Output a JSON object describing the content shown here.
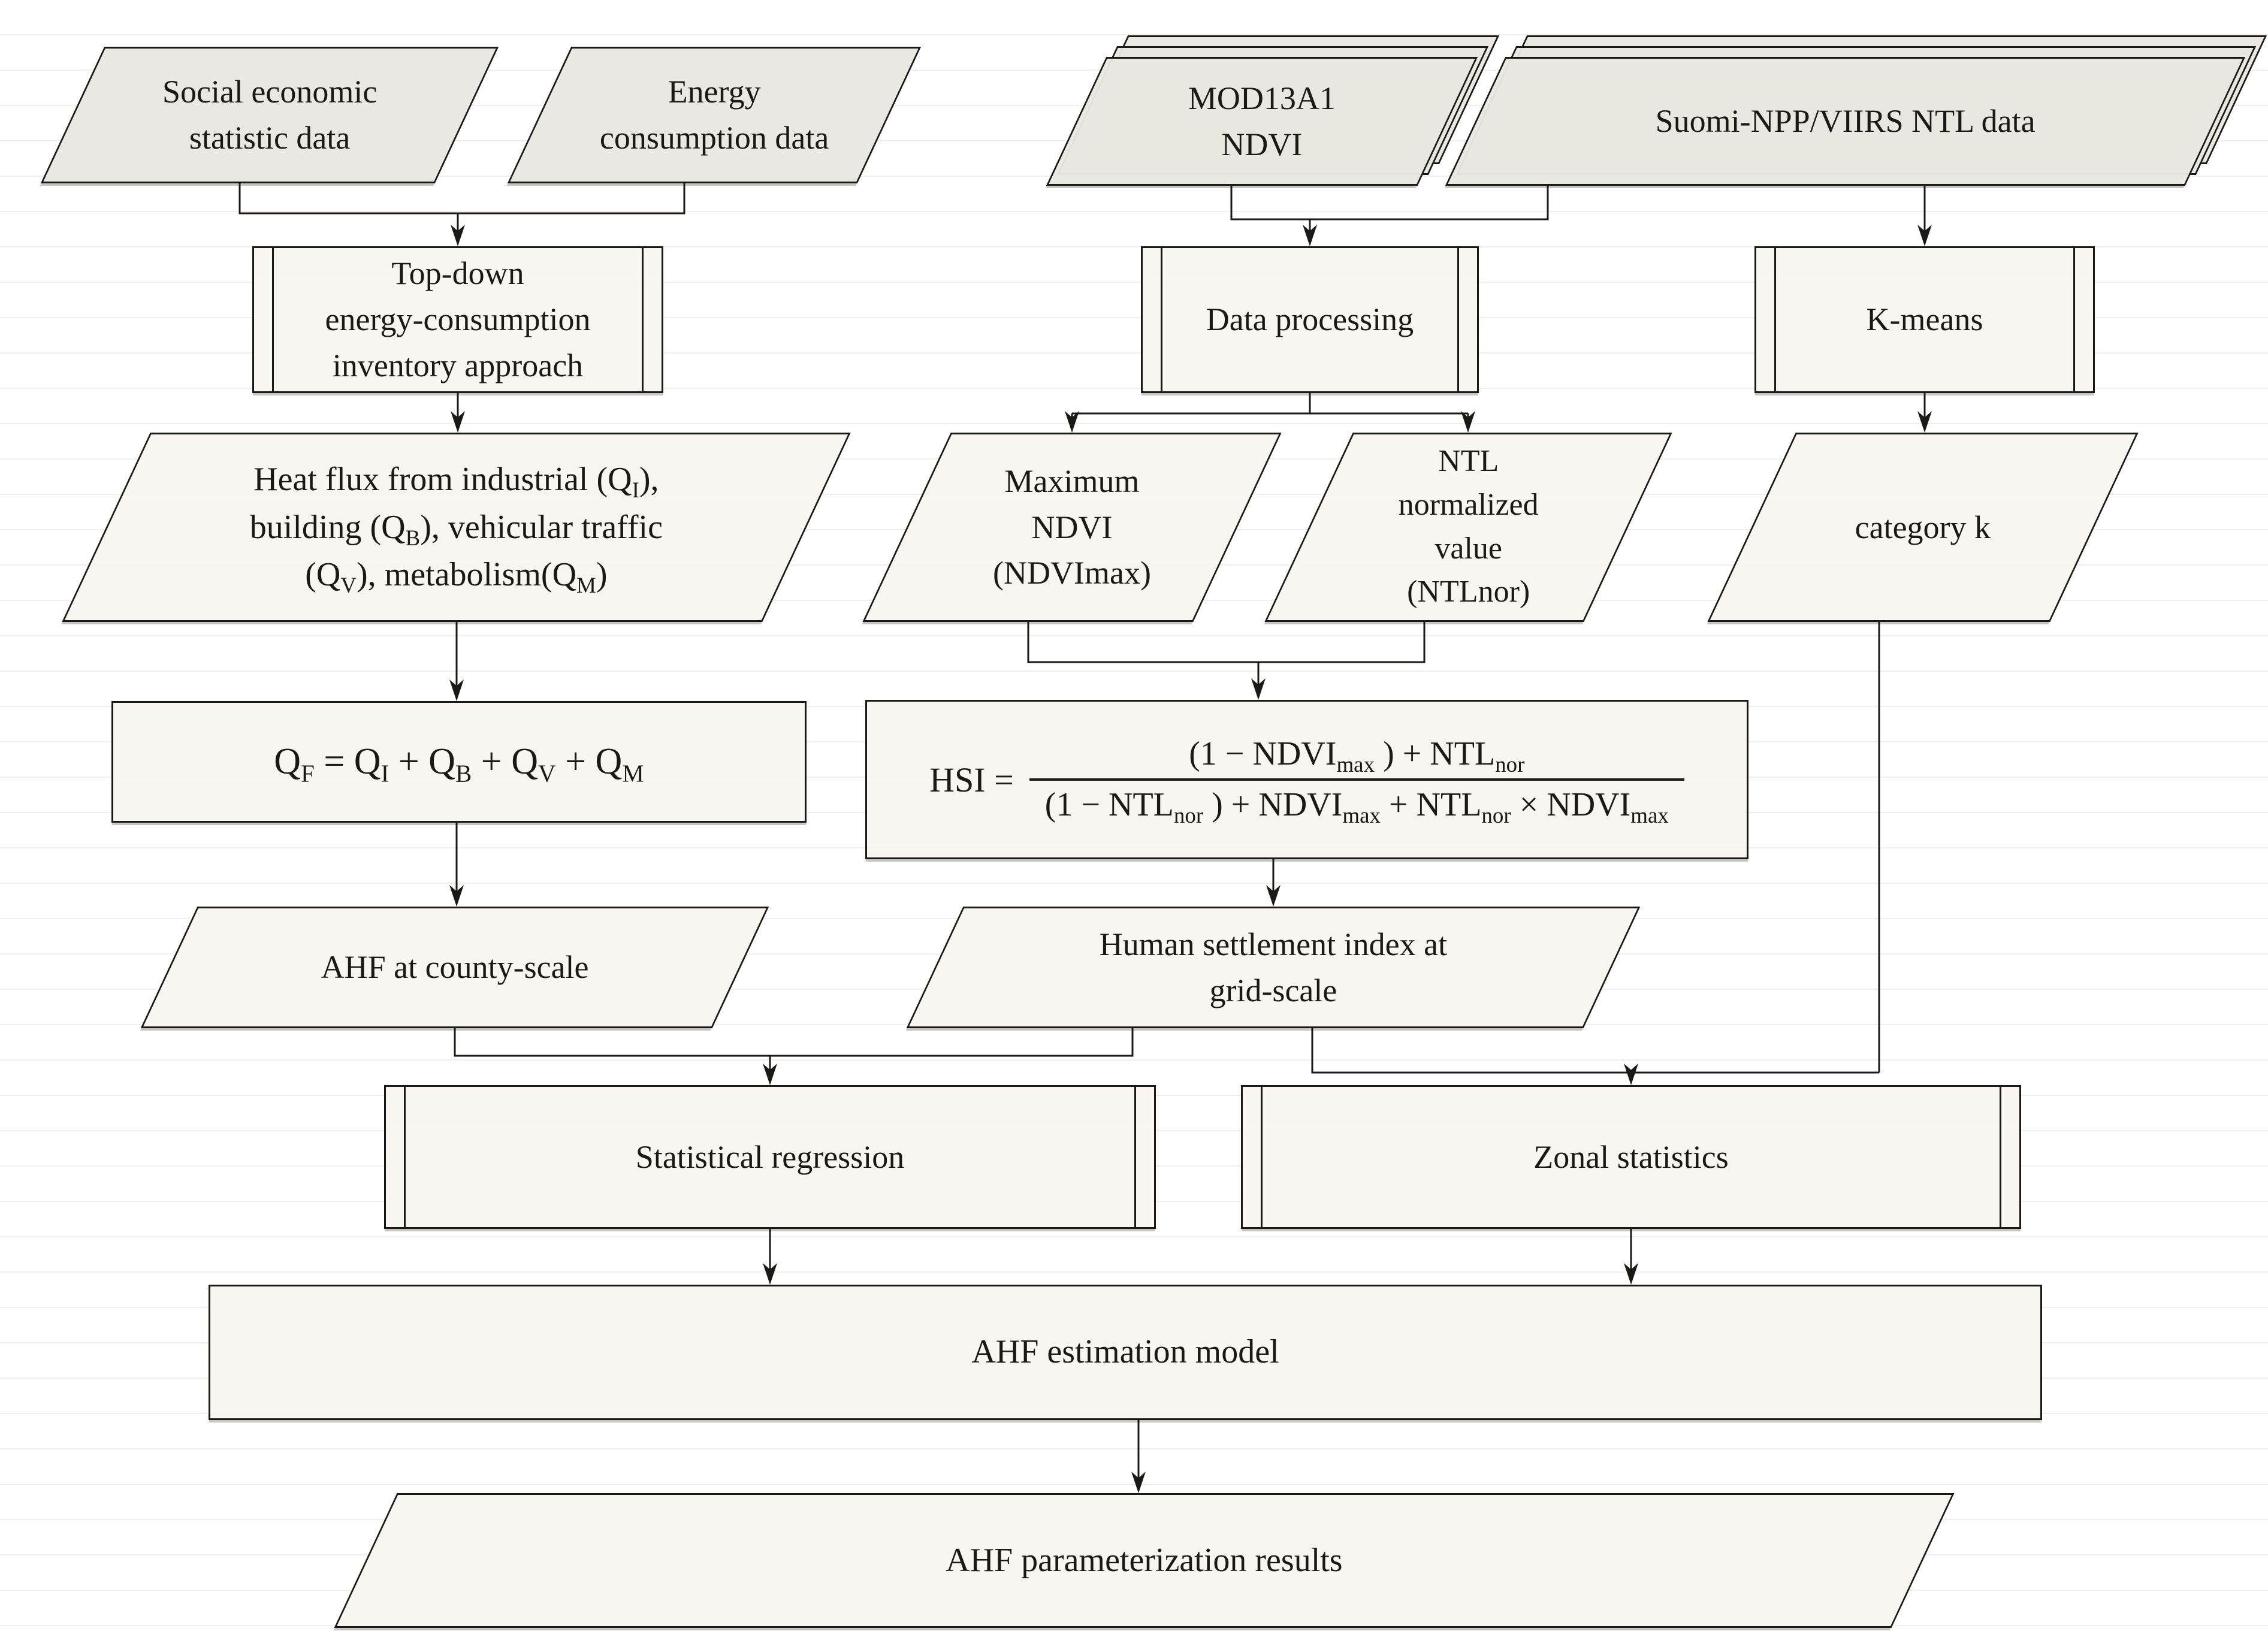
{
  "theme": {
    "ink": "#1b1916",
    "grid": "#f1eeeb",
    "fill_dark": "#eae8e2",
    "fill_light": "#f8f5f1",
    "bg": "#ffffff"
  },
  "nodes": {
    "social": {
      "label": "Social economic\nstatistic data"
    },
    "energy": {
      "label": "Energy\nconsumption data"
    },
    "mod13a1": {
      "label": "MOD13A1\nNDVI"
    },
    "suomi": {
      "label": "Suomi-NPP/VIIRS  NTL data"
    },
    "topdown": {
      "label": "Top-down\nenergy-consumption\ninventory approach"
    },
    "dataproc": {
      "label": "Data processing"
    },
    "kmeans": {
      "label": "K-means"
    },
    "heatflux": {
      "label": "Heat flux from industrial (Q_{I}),\nbuilding (Q_{B}), vehicular traffic\n(Q_{V}), metabolism(Q_{M})"
    },
    "maxndvi": {
      "label": "Maximum\nNDVI\n(NDVImax)"
    },
    "ntlnor": {
      "label": "NTL\nnormalized\nvalue\n(NTLnor)"
    },
    "categoryk": {
      "label": "category k"
    },
    "qf": {
      "formula": "Q_{F} = Q_{I} + Q_{B} + Q_{V} + Q_{M}"
    },
    "hsi": {
      "lhs": "HSI =",
      "numerator": "(1 − NDVI_{max} ) + NTL_{nor}",
      "denominator": "(1 − NTL_{nor} ) + NDVI_{max}  + NTL_{nor} × NDVI_{max}"
    },
    "ahfcounty": {
      "label": "AHF at county-scale"
    },
    "hsigrid": {
      "label": "Human settlement index at\ngrid-scale"
    },
    "statreg": {
      "label": "Statistical regression"
    },
    "zonal": {
      "label": "Zonal statistics"
    },
    "ahfmodel": {
      "label": "AHF estimation model"
    },
    "ahfparam": {
      "label": "AHF  parameterization results"
    }
  }
}
